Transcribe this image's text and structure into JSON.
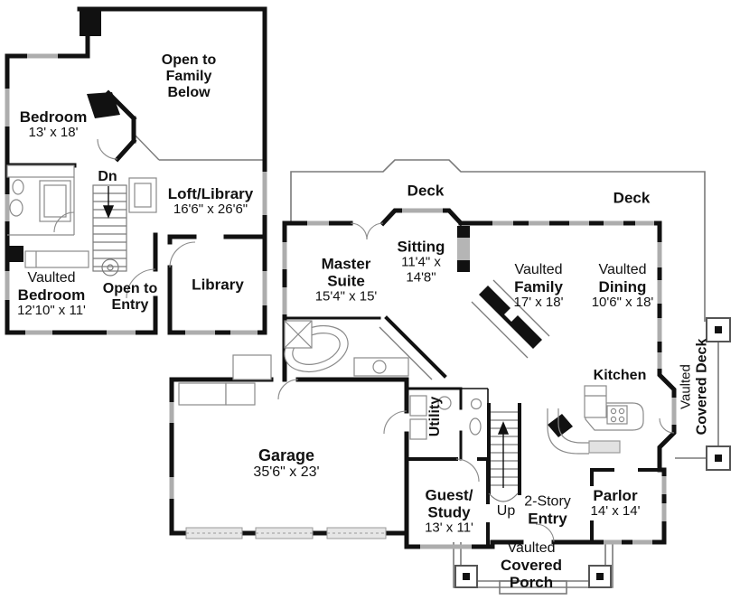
{
  "plan_title": "Two-story house floor plan",
  "colors": {
    "wall": "#111111",
    "window": "#adadad",
    "thin_line": "#7a7a7a",
    "text": "#111111",
    "background": "#ffffff"
  },
  "upper": {
    "open_family_1": "Open to",
    "open_family_2": "Family",
    "open_family_3": "Below",
    "bedroom_name": "Bedroom",
    "bedroom_dim": "13' x 18'",
    "dn": "Dn",
    "loft_name": "Loft/Library",
    "loft_dim": "16'6\" x 26'6\"",
    "vbed_prefix": "Vaulted",
    "vbed_name": "Bedroom",
    "vbed_dim": "12'10\" x 11'",
    "open_entry_1": "Open to",
    "open_entry_2": "Entry",
    "library_name": "Library"
  },
  "main": {
    "deck_left": "Deck",
    "deck_right": "Deck",
    "master_1": "Master",
    "master_2": "Suite",
    "master_dim": "15'4\" x 15'",
    "sitting_name": "Sitting",
    "sitting_dim_1": "11'4\" x",
    "sitting_dim_2": "14'8\"",
    "family_prefix": "Vaulted",
    "family_name": "Family",
    "family_dim": "17' x 18'",
    "dining_prefix": "Vaulted",
    "dining_name": "Dining",
    "dining_dim": "10'6\" x 18'",
    "kitchen_name": "Kitchen",
    "cdeck_prefix": "Vaulted",
    "cdeck_name": "Covered Deck",
    "utility_name": "Utility",
    "garage_name": "Garage",
    "garage_dim": "35'6\" x 23'",
    "guest_1": "Guest/",
    "guest_2": "Study",
    "guest_dim": "13' x 11'",
    "up": "Up",
    "entry_1": "2-Story",
    "entry_2": "Entry",
    "parlor_name": "Parlor",
    "parlor_dim": "14' x 14'",
    "porch_prefix": "Vaulted",
    "porch_1": "Covered",
    "porch_2": "Porch"
  }
}
